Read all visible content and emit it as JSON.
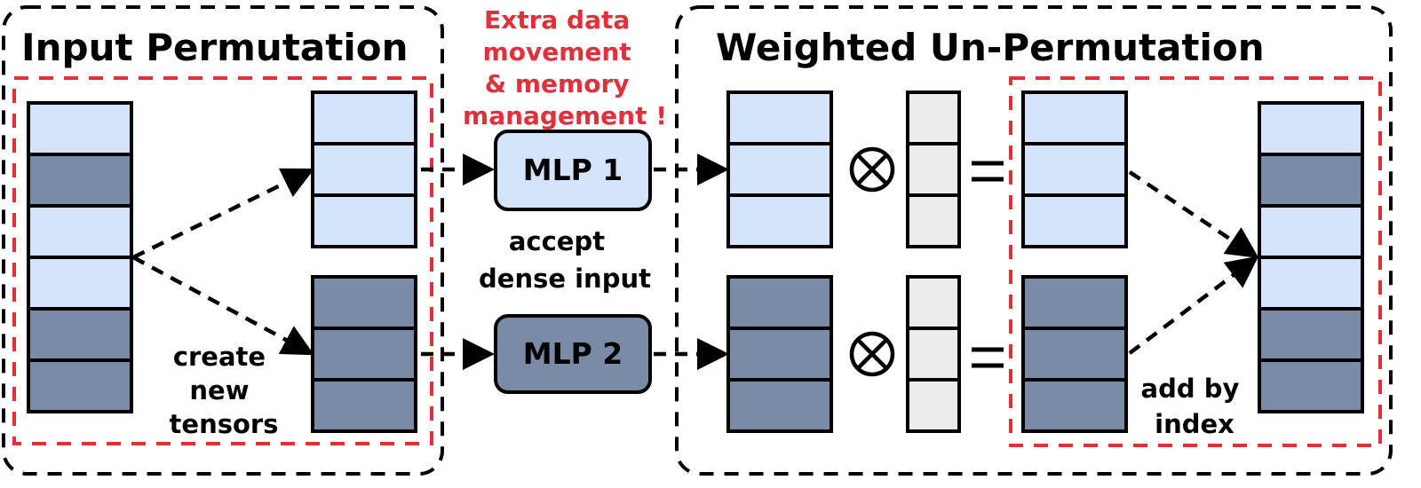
{
  "colors": {
    "light": "#d4e4fa",
    "dark": "#7a8ba6",
    "weight": "#ececec",
    "red": "#e0303a",
    "black": "#000000"
  },
  "left_panel": {
    "title": "Input Permutation",
    "note_lines": [
      "create",
      "new",
      "tensors"
    ],
    "input_tensor_rows": [
      "light",
      "dark",
      "light",
      "light",
      "dark",
      "dark"
    ]
  },
  "middle": {
    "warning_lines": [
      "Extra data",
      "movement",
      "& memory",
      "management !"
    ],
    "mlp1_label": "MLP 1",
    "mlp2_label": "MLP 2",
    "note_lines": [
      "accept",
      "dense input"
    ]
  },
  "right_panel": {
    "title": "Weighted Un-Permutation",
    "note_lines": [
      "add by",
      "index"
    ],
    "multiply_symbol": "⊗",
    "equals_symbol": "=",
    "output_tensor_rows": [
      "light",
      "dark",
      "light",
      "light",
      "dark",
      "dark"
    ]
  }
}
